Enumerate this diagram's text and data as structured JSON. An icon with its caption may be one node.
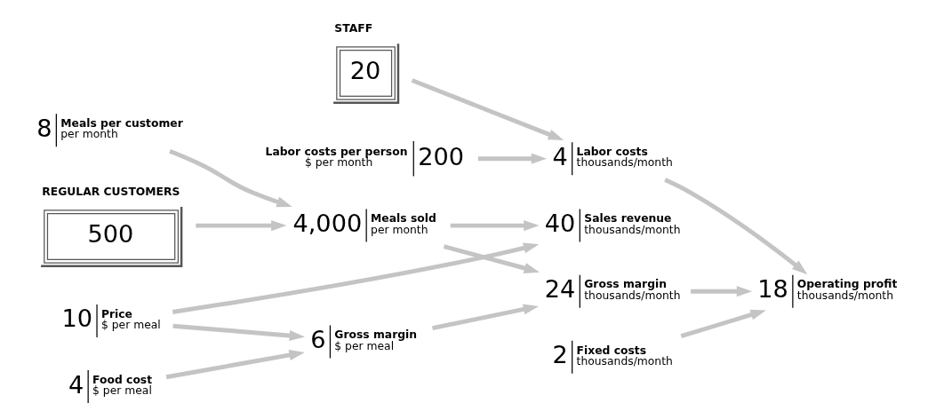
{
  "diagram": {
    "nodes": [
      {
        "text": [
          "REGULAR CUSTOMERS",
          "500"
        ]
      },
      {
        "text": [
          "8",
          "Meals per customer",
          "per month"
        ]
      },
      {
        "text": [
          "4,000",
          "Meals sold",
          "per month"
        ]
      },
      {
        "text": [
          "10",
          "Price",
          "$ per meal"
        ]
      },
      {
        "text": [
          "4",
          "Food cost",
          "$ per meal"
        ]
      },
      {
        "text": [
          "6",
          "Gross margin",
          "$ per meal"
        ]
      },
      {
        "text": [
          "40",
          "Sales revenue",
          "thousands/month"
        ]
      },
      {
        "text": [
          "24",
          "Gross margin",
          "thousands/month"
        ]
      },
      {
        "text": [
          "STAFF",
          "20"
        ]
      },
      {
        "text": [
          "4",
          "Labor costs",
          "thousands/month"
        ]
      },
      {
        "text": [
          "2",
          "Fixed costs",
          "thousands/month"
        ]
      },
      {
        "text": [
          "Labor costs per person",
          "$ per month",
          "200"
        ]
      },
      {
        "text": [
          "18",
          "Operating profit",
          "thousands/month"
        ]
      }
    ],
    "edges": [
      {
        "from": 0,
        "to": 2,
        "arrow": "to"
      },
      {
        "from": 1,
        "to": 2,
        "arrow": "to"
      },
      {
        "from": 2,
        "to": 6,
        "arrow": "to"
      },
      {
        "from": 3,
        "to": 6,
        "arrow": "to"
      },
      {
        "from": 3,
        "to": 5,
        "arrow": "to"
      },
      {
        "from": 4,
        "to": 5,
        "arrow": "to"
      },
      {
        "from": 2,
        "to": 7,
        "arrow": "to"
      },
      {
        "from": 5,
        "to": 7,
        "arrow": "to"
      },
      {
        "from": 8,
        "to": 9,
        "arrow": "to"
      },
      {
        "from": 11,
        "to": 9,
        "arrow": "to"
      },
      {
        "from": 7,
        "to": 12,
        "arrow": "to"
      },
      {
        "from": 10,
        "to": 12,
        "arrow": "to"
      },
      {
        "from": 9,
        "to": 12,
        "arrow": "to"
      }
    ]
  }
}
